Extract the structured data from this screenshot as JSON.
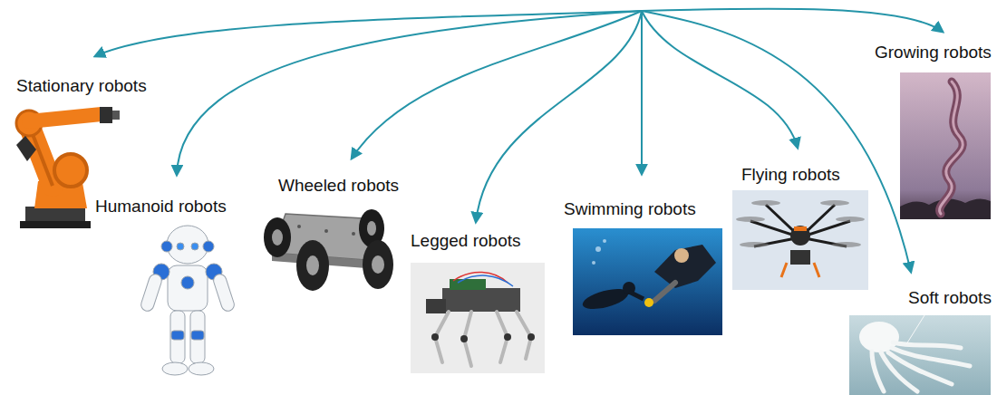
{
  "diagram": {
    "nodes": [
      {
        "text": [
          "Stationary robots"
        ]
      },
      {
        "text": [
          "Humanoid robots"
        ]
      },
      {
        "text": [
          "Wheeled robots"
        ]
      },
      {
        "text": [
          "Legged robots"
        ]
      },
      {
        "text": [
          "Swimming robots"
        ]
      },
      {
        "text": [
          "Flying robots"
        ]
      },
      {
        "text": [
          "Growing robots"
        ]
      },
      {
        "text": [
          "Soft robots"
        ]
      }
    ]
  }
}
